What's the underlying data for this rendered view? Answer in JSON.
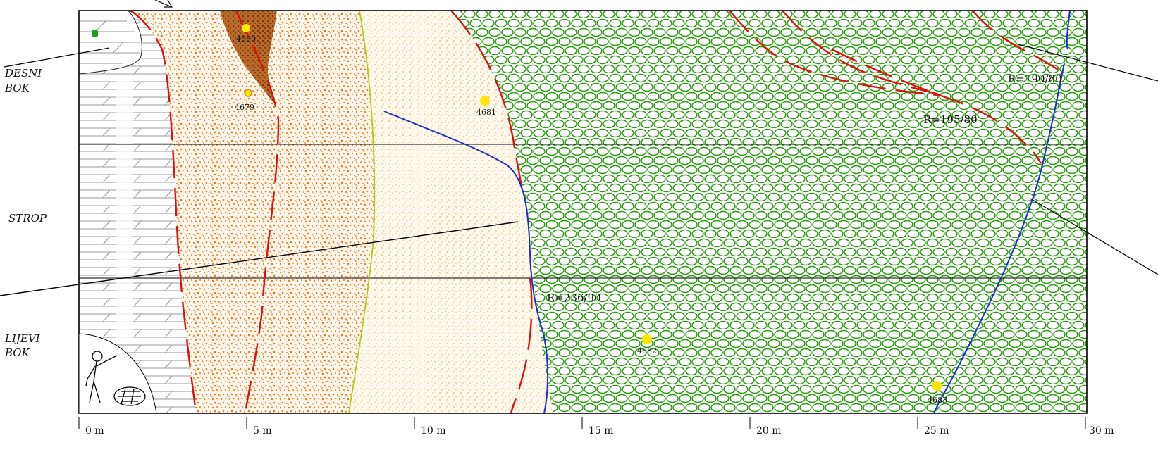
{
  "zone_labels": {
    "desni": [
      "DESNI",
      "BOK"
    ],
    "strop": "STROP",
    "lijevi": [
      "LIJEVI",
      "BOK"
    ]
  },
  "scale": {
    "unit": "m",
    "ticks": [
      "0 m",
      "5 m",
      "10 m",
      "15 m",
      "20 m",
      "25 m",
      "30 m"
    ]
  },
  "measurements": {
    "r1": "R=190/80",
    "r2": "R=195/80",
    "r3": "R=236/90"
  },
  "samples": [
    "4680",
    "4679",
    "4681",
    "4682",
    "4683"
  ],
  "colors": {
    "frame": "#000000",
    "fault": "#e01010",
    "contact": "#1a2fd0",
    "gravel_green": "#2a9a10",
    "sand_orange": "#e87a1a",
    "clay_brown": "#9a4f12",
    "pale_sand": "#f4c77a",
    "sample_yellow": "#ffe600",
    "green_point": "#18a020"
  }
}
